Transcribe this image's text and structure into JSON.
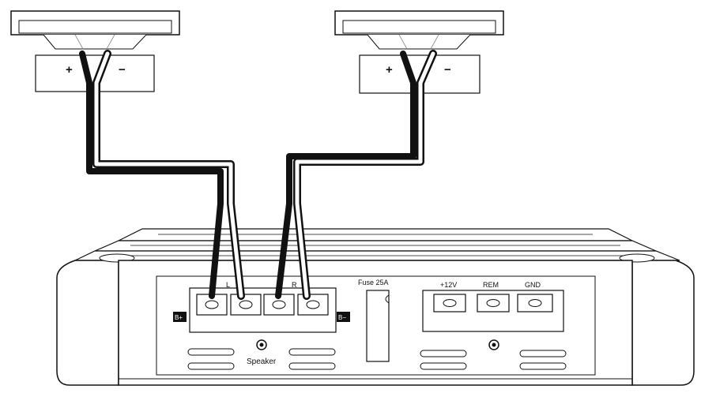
{
  "speakers": {
    "left": {
      "plus_label": "+",
      "minus_label": "−"
    },
    "right": {
      "plus_label": "+",
      "minus_label": "−"
    }
  },
  "amplifier": {
    "speaker_terminals": {
      "left_channel_label": "L",
      "right_channel_label": "R",
      "b_plus_label": "B+",
      "b_minus_label": "B−",
      "speaker_label": "Speaker"
    },
    "fuse_label": "Fuse 25A",
    "power_terminals": {
      "plus12v_label": "+12V",
      "rem_label": "REM",
      "gnd_label": "GND"
    }
  },
  "colors": {
    "line": "#111111",
    "background": "#ffffff",
    "wire_positive": "#111111",
    "wire_negative": "#ffffff"
  }
}
